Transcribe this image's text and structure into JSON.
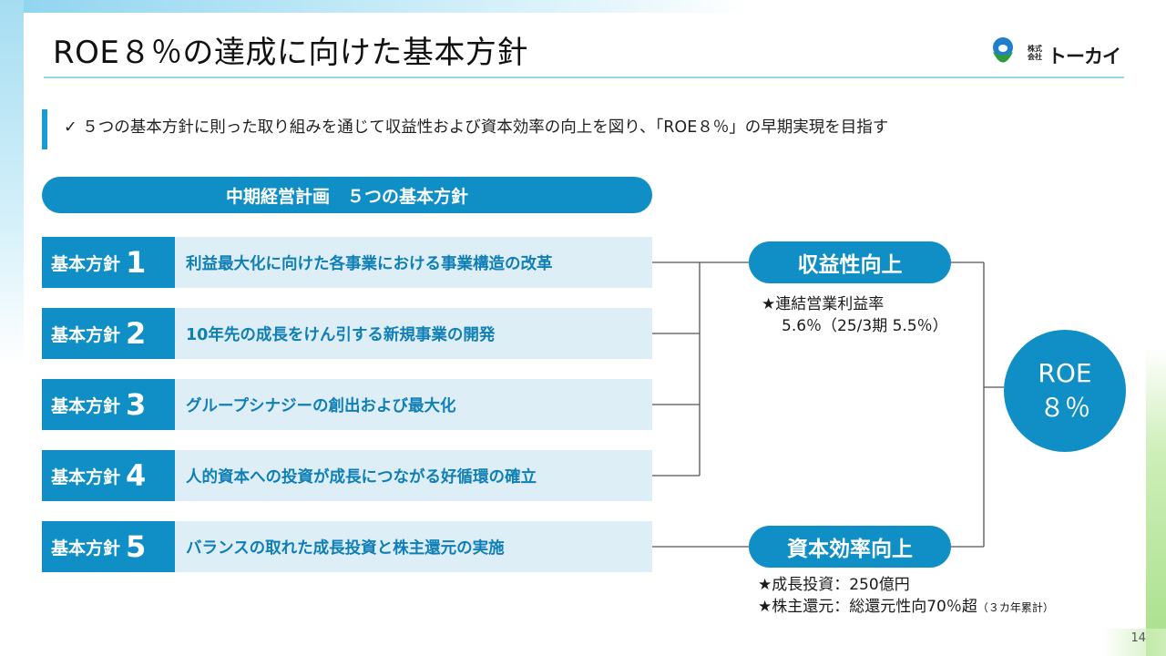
{
  "page": {
    "title": "ROE８％の達成に向けた基本方針",
    "page_number": "14"
  },
  "logo": {
    "small_text": "株式会社",
    "name": "トーカイ",
    "colors": {
      "top": "#1f7fcb",
      "bottom": "#2e9a3a"
    }
  },
  "lead": {
    "text": "✓ ５つの基本方針に則った取り組みを通じて収益性および資本効率の向上を図り、「ROE８％」の早期実現を目指す"
  },
  "plan": {
    "header": "中期経営計画　５つの基本方針",
    "policies": [
      {
        "label": "基本方針",
        "number": "1",
        "text": "利益最大化に向けた各事業における事業構造の改革"
      },
      {
        "label": "基本方針",
        "number": "2",
        "text": "10年先の成長をけん引する新規事業の開発"
      },
      {
        "label": "基本方針",
        "number": "3",
        "text": "グループシナジーの創出および最大化"
      },
      {
        "label": "基本方針",
        "number": "4",
        "text": "人的資本への投資が成長につながる好循環の確立"
      },
      {
        "label": "基本方針",
        "number": "5",
        "text": "バランスの取れた成長投資と株主還元の実施"
      }
    ]
  },
  "goals": {
    "profitability": {
      "label": "収益性向上",
      "note_line1": "★連結営業利益率",
      "note_line2": "5.6％（25/3期 5.5％）"
    },
    "capital_efficiency": {
      "label": "資本効率向上",
      "note_line1": "★成長投資：250億円",
      "note_line2": "★株主還元：総還元性向70％超",
      "note_line2_small": "（３カ年累計）"
    }
  },
  "roe": {
    "line1": "ROE",
    "line2": "８％"
  },
  "colors": {
    "accent": "#0f8fc5",
    "light_row": "#ddeef7",
    "row_text": "#0f7fb5",
    "rule": "#9fd3e8"
  }
}
